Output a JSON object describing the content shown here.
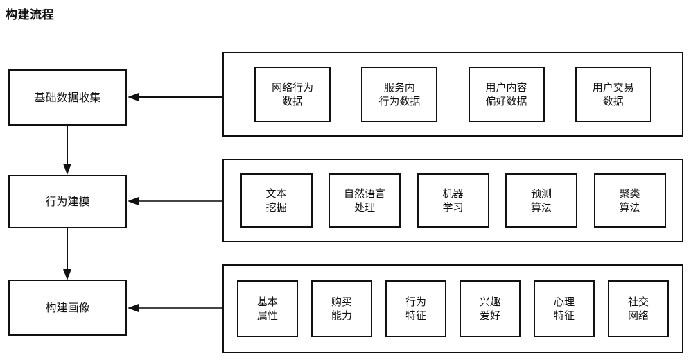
{
  "page": {
    "title": "构建流程"
  },
  "flow": {
    "stages": [
      {
        "label": "基础数据收集"
      },
      {
        "label": "行为建模"
      },
      {
        "label": "构建画像"
      }
    ],
    "groups": [
      {
        "name": "data-sources",
        "items": [
          {
            "label": "网络行为\n数据"
          },
          {
            "label": "服务内\n行为数据"
          },
          {
            "label": "用户内容\n偏好数据"
          },
          {
            "label": "用户交易\n数据"
          }
        ]
      },
      {
        "name": "modeling-methods",
        "items": [
          {
            "label": "文本\n挖掘"
          },
          {
            "label": "自然语言\n处理"
          },
          {
            "label": "机器\n学习"
          },
          {
            "label": "预测\n算法"
          },
          {
            "label": "聚类\n算法"
          }
        ]
      },
      {
        "name": "profile-dimensions",
        "items": [
          {
            "label": "基本\n属性"
          },
          {
            "label": "购买\n能力"
          },
          {
            "label": "行为\n特征"
          },
          {
            "label": "兴趣\n爱好"
          },
          {
            "label": "心理\n特征"
          },
          {
            "label": "社交\n网络"
          }
        ]
      }
    ],
    "connectors": [
      {
        "name": "arrow-sources-to-stage1",
        "direction": "left"
      },
      {
        "name": "arrow-stage1-to-stage2",
        "direction": "down"
      },
      {
        "name": "arrow-methods-to-stage2",
        "direction": "left"
      },
      {
        "name": "arrow-stage2-to-stage3",
        "direction": "down"
      },
      {
        "name": "arrow-dimensions-to-stage3",
        "direction": "left"
      }
    ]
  },
  "colors": {
    "stroke": "#111111",
    "background": "#ffffff",
    "text": "#111111"
  }
}
